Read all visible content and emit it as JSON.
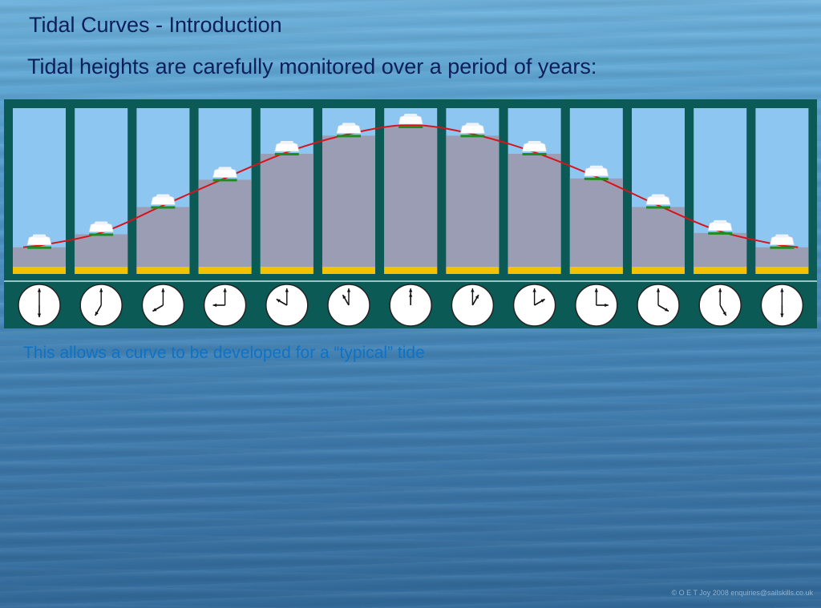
{
  "slide": {
    "title": "Tidal Curves - Introduction",
    "subtitle": "Tidal heights are carefully monitored over a period of years:",
    "caption": "This allows a curve to be developed for a “typical” tide",
    "footer": "© O E T Joy 2008 enquiries@sailskills.co.uk"
  },
  "diagram": {
    "panel_count": 13,
    "tide_levels": [
      0.07,
      0.17,
      0.38,
      0.59,
      0.79,
      0.93,
      1.0,
      0.93,
      0.79,
      0.6,
      0.38,
      0.18,
      0.07
    ],
    "clock_times": [
      {
        "hour": 6,
        "minute": 0
      },
      {
        "hour": 7,
        "minute": 0
      },
      {
        "hour": 8,
        "minute": 0
      },
      {
        "hour": 9,
        "minute": 0
      },
      {
        "hour": 10,
        "minute": 0
      },
      {
        "hour": 11,
        "minute": 0
      },
      {
        "hour": 12,
        "minute": 0
      },
      {
        "hour": 1,
        "minute": 0
      },
      {
        "hour": 2,
        "minute": 0
      },
      {
        "hour": 3,
        "minute": 0
      },
      {
        "hour": 4,
        "minute": 0
      },
      {
        "hour": 5,
        "minute": 0
      },
      {
        "hour": 6,
        "minute": 0
      }
    ],
    "colors": {
      "frame": "#0b5a55",
      "sky": "#8ec6f2",
      "water": "#9a9db3",
      "seabed": "#f2c200",
      "curve": "#d8141b",
      "boat_hull": "#ffffff",
      "boat_keel": "#1f8c1f",
      "clock_face": "#ffffff"
    }
  }
}
